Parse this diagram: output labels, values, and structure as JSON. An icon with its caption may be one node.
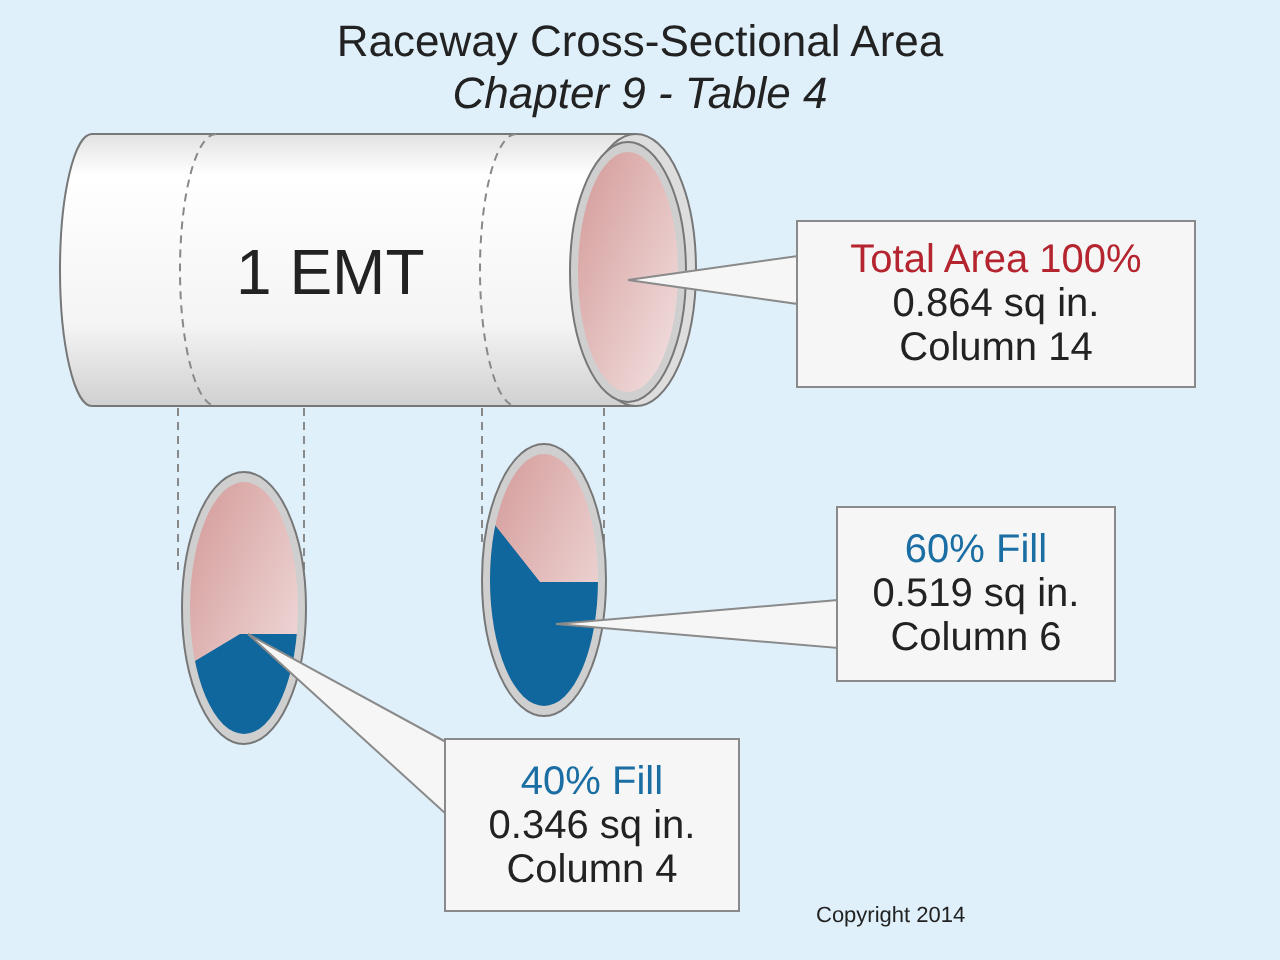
{
  "diagram": {
    "title": "Raceway Cross-Sectional Area",
    "nodes": [
      {
        "text": [
          "1 EMT"
        ]
      },
      {
        "text": [],
        "shape": "ellipse"
      },
      {
        "text": [
          "Total Area 100%",
          "0.864 sq in.",
          "Column 14"
        ]
      },
      {
        "text": [],
        "shape": "ellipse"
      },
      {
        "text": [],
        "shape": "ellipse"
      },
      {
        "text": [
          "60% Fill",
          "0.519 sq in.",
          "Column 6"
        ]
      },
      {
        "text": [
          "40% Fill",
          "0.346 sq in.",
          "Column 4"
        ]
      }
    ],
    "edges": [
      {
        "from": 2,
        "to": 1,
        "arrow": "none"
      },
      {
        "from": 5,
        "to": 4,
        "arrow": "none"
      },
      {
        "from": 6,
        "to": 3,
        "arrow": "none"
      },
      {
        "from": 0,
        "to": 3,
        "arrow": "none",
        "style": "dashed"
      },
      {
        "from": 0,
        "to": 3,
        "arrow": "none",
        "style": "dashed"
      },
      {
        "from": 0,
        "to": 4,
        "arrow": "none",
        "style": "dashed"
      },
      {
        "from": 0,
        "to": 4,
        "arrow": "none",
        "style": "dashed"
      }
    ],
    "labels": [
      "Chapter 9 - Table 4",
      "Copyright 2014"
    ]
  }
}
